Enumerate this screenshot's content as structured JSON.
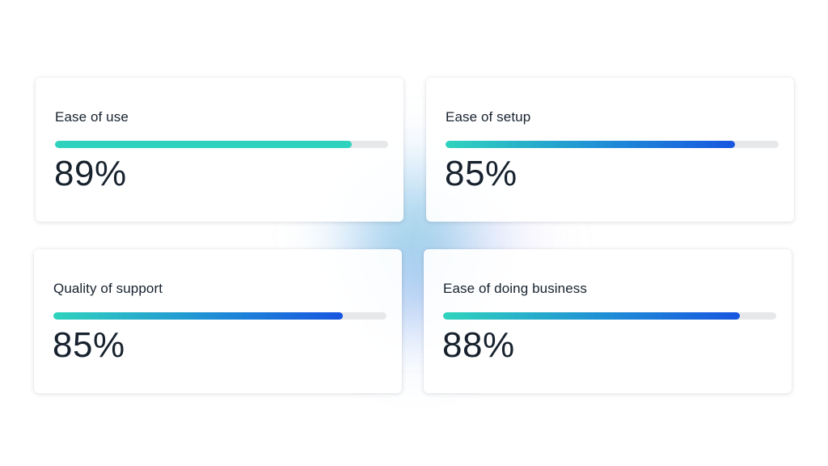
{
  "metrics": [
    {
      "label": "Ease of use",
      "value": "89%",
      "fill_fraction": 0.89,
      "style": "teal"
    },
    {
      "label": "Ease of setup",
      "value": "85%",
      "fill_fraction": 0.87,
      "style": "gradient"
    },
    {
      "label": "Quality of support",
      "value": "85%",
      "fill_fraction": 0.87,
      "style": "gradient"
    },
    {
      "label": "Ease of doing business",
      "value": "88%",
      "fill_fraction": 0.89,
      "style": "gradient"
    }
  ],
  "colors": {
    "text": "#17222e",
    "track": "#e6e8ea",
    "teal": "#2fd3bd",
    "blue": "#1856e0"
  }
}
